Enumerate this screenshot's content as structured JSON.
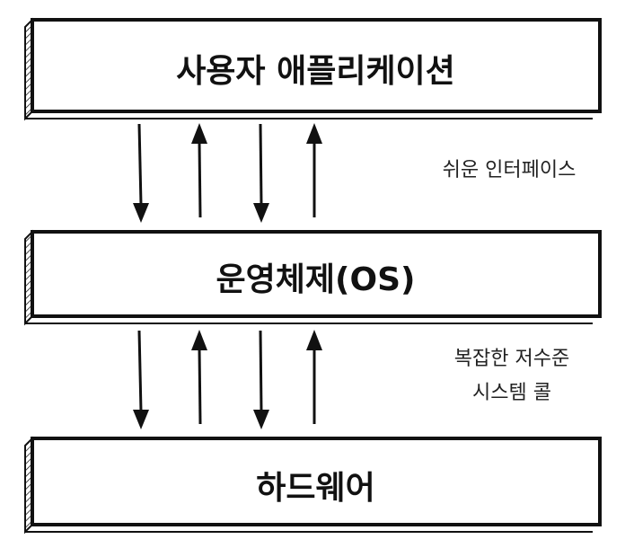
{
  "layers": [
    {
      "label": "사용자 애플리케이션"
    },
    {
      "label": "운영체제(OS)"
    },
    {
      "label": "하드웨어"
    }
  ],
  "annotations": {
    "upper": "쉬운 인터페이스",
    "lower_line1": "복잡한 저수준",
    "lower_line2": "시스템 콜"
  },
  "colors": {
    "stroke": "#111111",
    "background": "#ffffff"
  }
}
